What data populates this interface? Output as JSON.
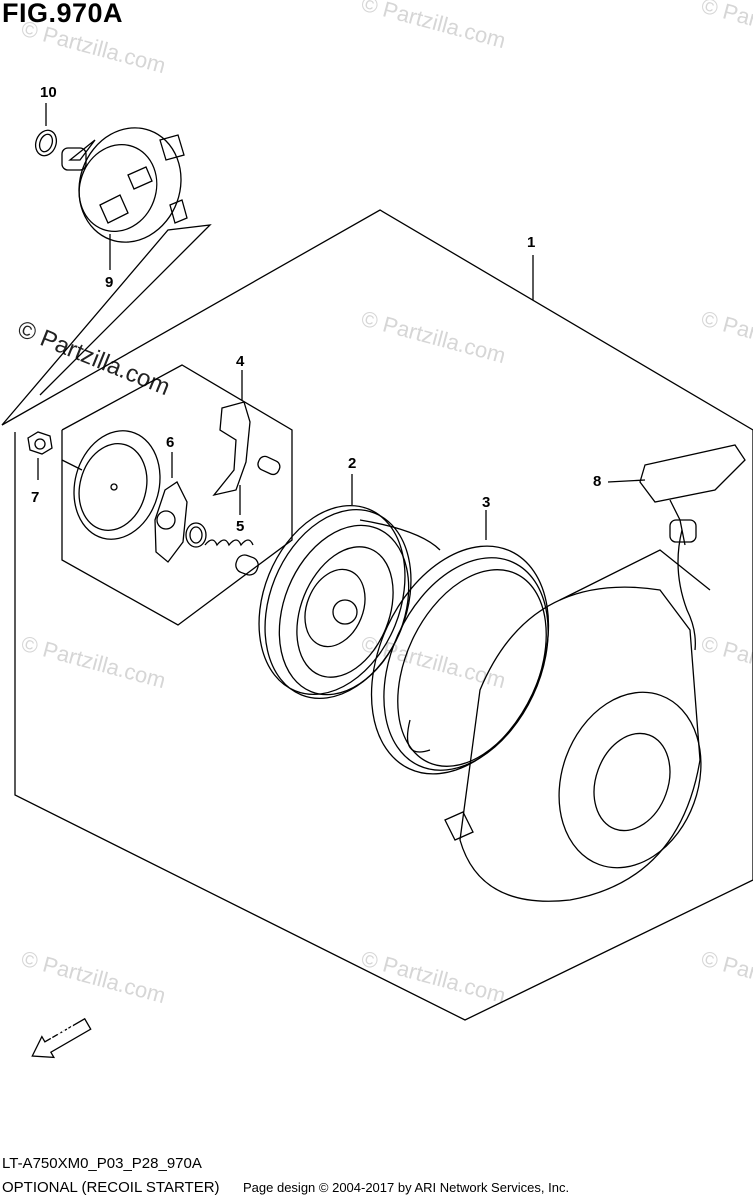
{
  "figure": {
    "title": "FIG.970A",
    "code": "LT-A750XM0_P03_P28_970A",
    "name": "OPTIONAL (RECOIL STARTER)"
  },
  "callouts": {
    "c1": "1",
    "c2": "2",
    "c3": "3",
    "c4": "4",
    "c5": "5",
    "c6": "6",
    "c7": "7",
    "c8": "8",
    "c9": "9",
    "c10": "10"
  },
  "watermark": "© Partzilla.com",
  "fwd_label": "FWD",
  "footer": {
    "credit": "Page design © 2004-2017 by ARI Network Services, Inc."
  }
}
